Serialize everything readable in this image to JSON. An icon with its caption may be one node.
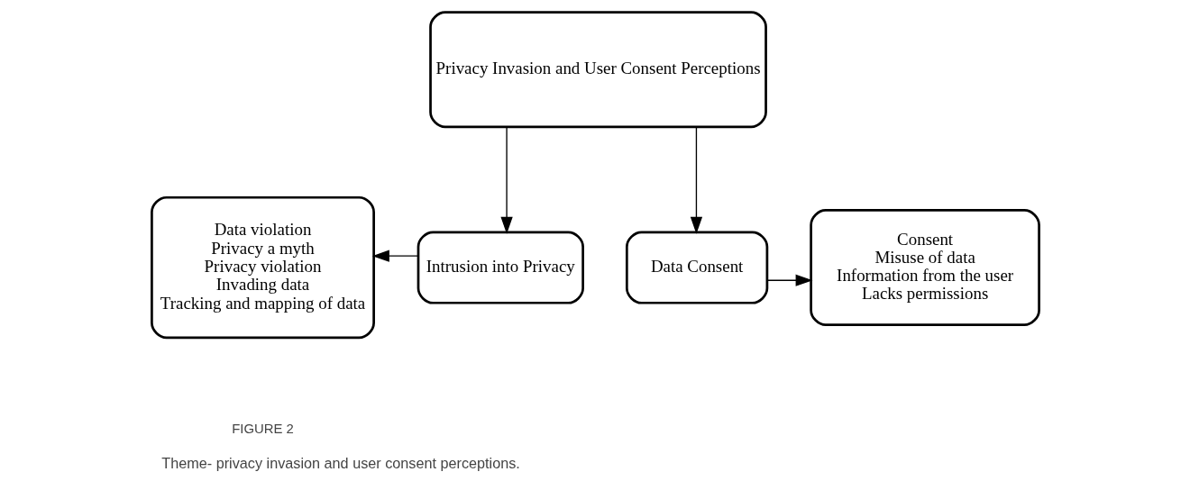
{
  "diagram": {
    "caption": "Theme- privacy invasion and user consent perceptions.",
    "nodes": [
      {
        "text": [
          "Privacy Invasion and User Consent Perceptions"
        ]
      },
      {
        "text": [
          "Intrusion into Privacy"
        ]
      },
      {
        "text": [
          "Data Consent"
        ]
      },
      {
        "text": [
          "Data violation",
          "Privacy a myth",
          "Privacy violation",
          "Invading data",
          "Tracking and mapping of data"
        ]
      },
      {
        "text": [
          "Consent",
          "Misuse of data",
          "Information from the user",
          "Lacks permissions"
        ]
      }
    ],
    "edges": [
      {
        "from": 0,
        "to": 1,
        "arrow": "to"
      },
      {
        "from": 0,
        "to": 2,
        "arrow": "to"
      },
      {
        "from": 1,
        "to": 3,
        "arrow": "to"
      },
      {
        "from": 2,
        "to": 4,
        "arrow": "to"
      }
    ],
    "labels": [
      "FIGURE 2"
    ]
  }
}
